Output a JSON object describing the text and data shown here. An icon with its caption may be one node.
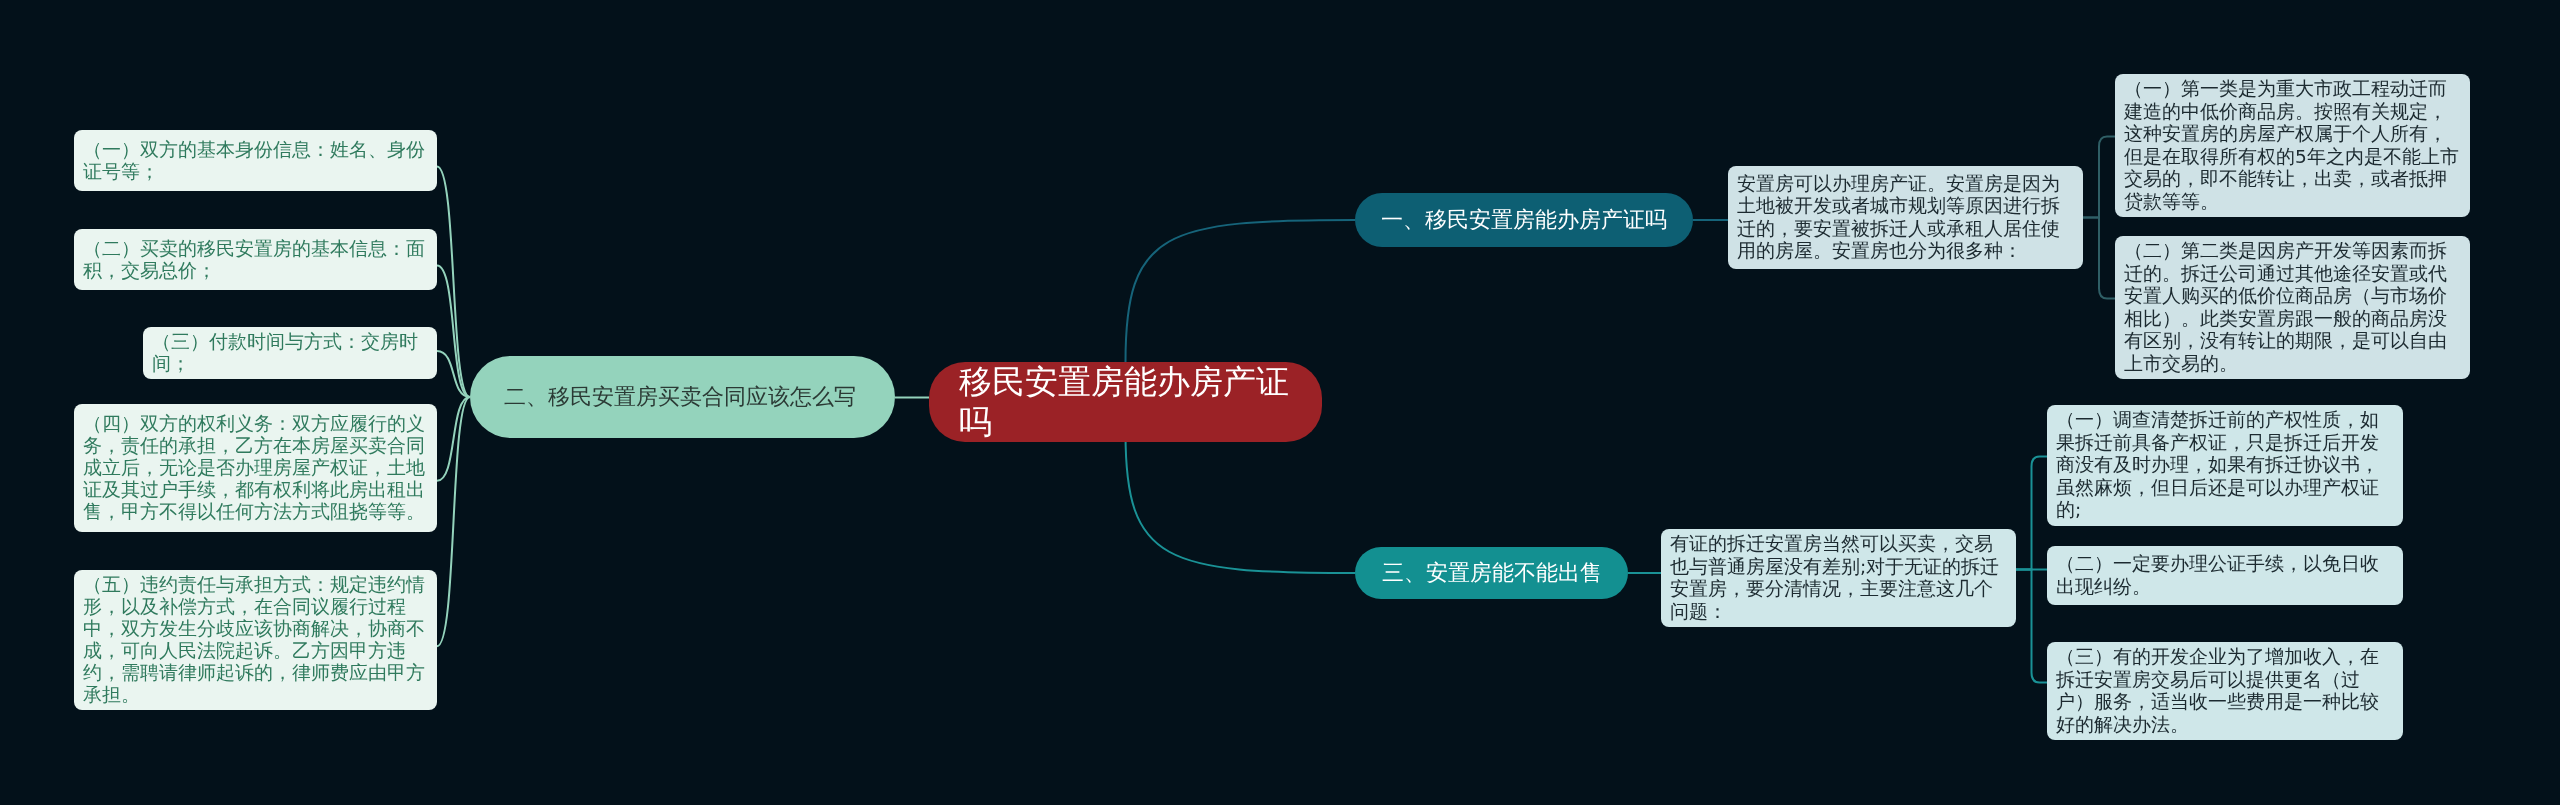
{
  "diagram": {
    "nodes": [
      {
        "text": [
          "移民安置房能办房产证吗"
        ]
      },
      {
        "text": [
          "一、移民安置房能办房产证吗"
        ]
      },
      {
        "text": [
          "安置房可以办理房产证。安置房是因为土地被开发或者城市规划等原因进行拆迁的，要安置被拆迁人或承租人居住使用的房屋。安置房也分为很多种："
        ]
      },
      {
        "text": [
          "（一）第一类是为重大市政工程动迁而建造的中低价商品房。按照有关规定，这种安置房的房屋产权属于个人所有，但是在取得所有权的5年之内是不能上市交易的，即不能转让，出卖，或者抵押贷款等等。"
        ]
      },
      {
        "text": [
          "（二）第二类是因房产开发等因素而拆迁的。拆迁公司通过其他途径安置或代安置人购买的低价位商品房（与市场价相比）。此类安置房跟一般的商品房没有区别，没有转让的期限，是可以自由上市交易的。"
        ]
      },
      {
        "text": [
          "二、移民安置房买卖合同应该怎么写"
        ]
      },
      {
        "text": [
          "（一）双方的基本身份信息：姓名、身份证号等；"
        ]
      },
      {
        "text": [
          "（二）买卖的移民安置房的基本信息：面积，交易总价；"
        ]
      },
      {
        "text": [
          "（三）付款时间与方式：交房时间；"
        ]
      },
      {
        "text": [
          "（四）双方的权利义务：双方应履行的义务，责任的承担，乙方在本房屋买卖合同成立后，无论是否办理房屋产权证，土地证及其过户手续，都有权利将此房出租出售，甲方不得以任何方法方式阻挠等等。"
        ]
      },
      {
        "text": [
          "（五）违约责任与承担方式：规定违约情形，以及补偿方式，在合同议履行过程中，双方发生分歧应该协商解决，协商不成，可向人民法院起诉。乙方因甲方违约，需聘请律师起诉的，律师费应由甲方承担。"
        ]
      },
      {
        "text": [
          "三、安置房能不能出售"
        ]
      },
      {
        "text": [
          "有证的拆迁安置房当然可以买卖，交易也与普通房屋没有差别;对于无证的拆迁安置房，要分清情况，主要注意这几个问题："
        ]
      },
      {
        "text": [
          "（一）调查清楚拆迁前的产权性质，如果拆迁前具备产权证，只是拆迁后开发商没有及时办理，如果有拆迁协议书，虽然麻烦，但日后还是可以办理产权证的;"
        ]
      },
      {
        "text": [
          "（二）一定要办理公证手续，以免日收出现纠纷。"
        ]
      },
      {
        "text": [
          "（三）有的开发企业为了增加收入，在拆迁安置房交易后可以提供更名（过户）服务，适当收一些费用是一种比较好的解决办法。"
        ]
      }
    ],
    "edges": [
      {
        "from": 0,
        "to": 1,
        "arrow": "none",
        "color": "#16647a"
      },
      {
        "from": 1,
        "to": 2,
        "arrow": "none",
        "color": "#16647a"
      },
      {
        "from": 2,
        "to": 3,
        "arrow": "none",
        "color": "#2f5f66"
      },
      {
        "from": 2,
        "to": 4,
        "arrow": "none",
        "color": "#2f5f66"
      },
      {
        "from": 0,
        "to": 5,
        "arrow": "none"
      },
      {
        "from": 5,
        "to": 6,
        "arrow": "none"
      },
      {
        "from": 5,
        "to": 7,
        "arrow": "none"
      },
      {
        "from": 5,
        "to": 8,
        "arrow": "none"
      },
      {
        "from": 5,
        "to": 9,
        "arrow": "none"
      },
      {
        "from": 5,
        "to": 10,
        "arrow": "none"
      },
      {
        "from": 0,
        "to": 11,
        "arrow": "none",
        "color": "#1a9296"
      },
      {
        "from": 11,
        "to": 12,
        "arrow": "none",
        "color": "#1a9296"
      },
      {
        "from": 12,
        "to": 13,
        "arrow": "none",
        "color": "#1a9296"
      },
      {
        "from": 12,
        "to": 14,
        "arrow": "none",
        "color": "#1a9296"
      },
      {
        "from": 12,
        "to": 15,
        "arrow": "none",
        "color": "#1a9296"
      }
    ]
  }
}
